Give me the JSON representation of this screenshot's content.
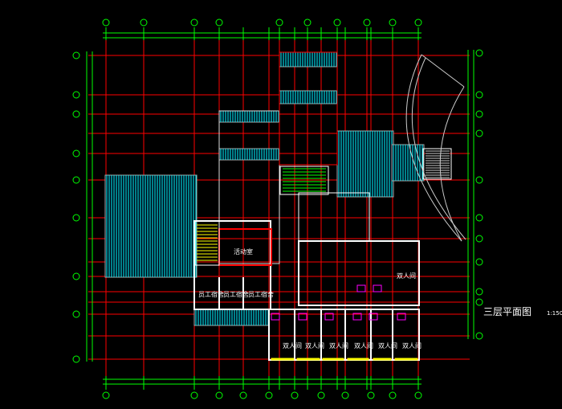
{
  "drawing": {
    "title": "三层平面图",
    "scale": "1:150",
    "rooms": {
      "staff_dorm": "员工宿舍",
      "double_room": "双人间",
      "activity_room": "活动室"
    }
  },
  "colors": {
    "background": "#000000",
    "axis_grid": "#ff0000",
    "dimension": "#00ff00",
    "walls": "#ffffff",
    "hatch": "#00ffff",
    "fixtures": "#ff00ff",
    "doors": "#ffff00"
  }
}
